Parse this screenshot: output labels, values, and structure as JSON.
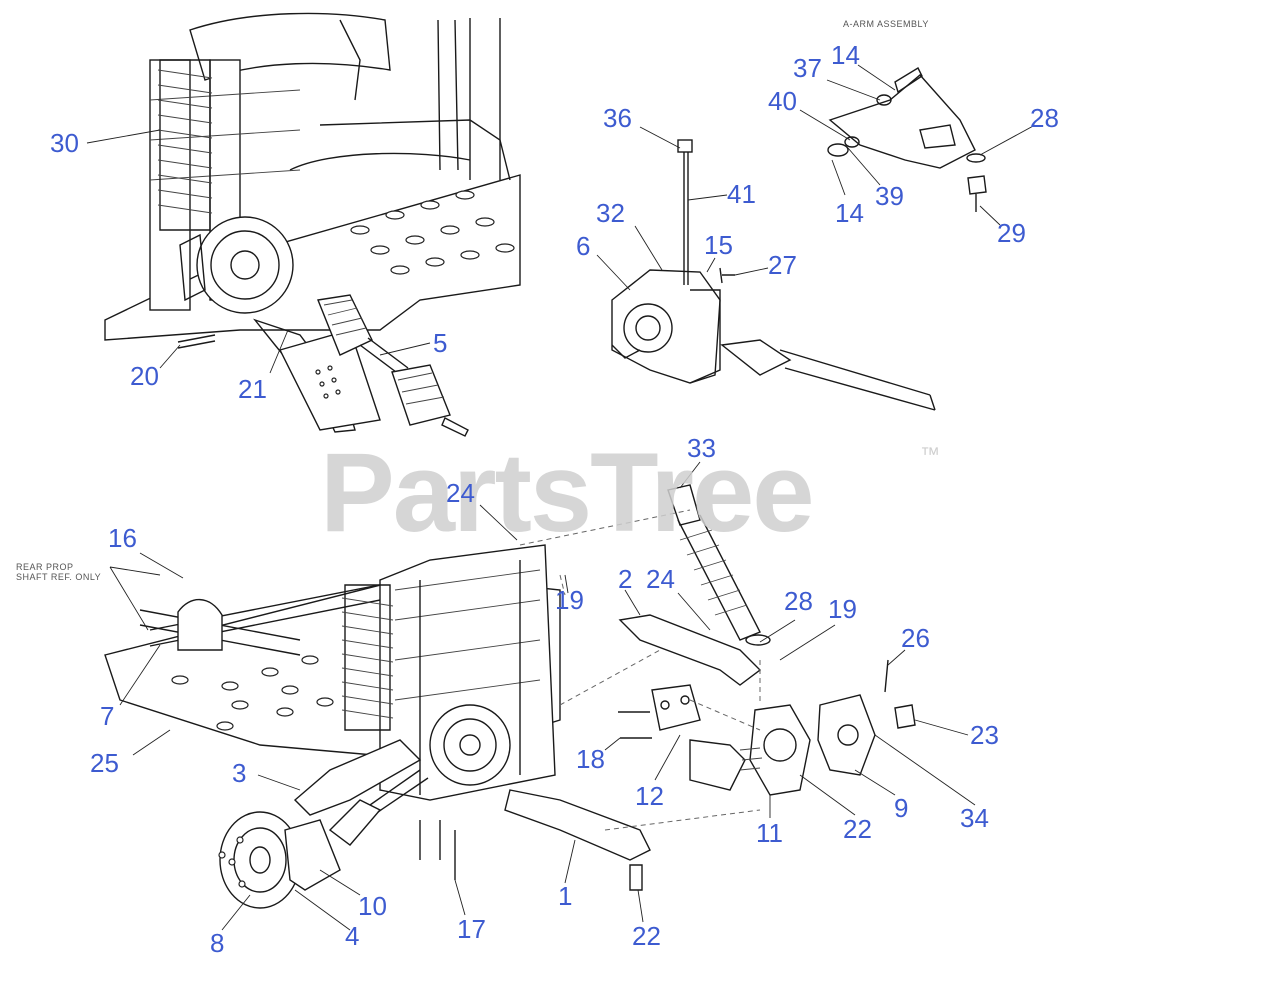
{
  "diagram": {
    "watermark": "PartsTree",
    "trademark": "™",
    "notes": {
      "a_arm_assembly": "A-ARM ASSEMBLY",
      "rear_prop_line1": "REAR PROP",
      "rear_prop_line2": "SHAFT REF. ONLY"
    },
    "callouts": [
      {
        "id": "c30",
        "label": "30"
      },
      {
        "id": "c20",
        "label": "20"
      },
      {
        "id": "c21",
        "label": "21"
      },
      {
        "id": "c5",
        "label": "5"
      },
      {
        "id": "c36",
        "label": "36"
      },
      {
        "id": "c41",
        "label": "41"
      },
      {
        "id": "c32",
        "label": "32"
      },
      {
        "id": "c6",
        "label": "6"
      },
      {
        "id": "c15",
        "label": "15"
      },
      {
        "id": "c27",
        "label": "27"
      },
      {
        "id": "c14a",
        "label": "14"
      },
      {
        "id": "c37",
        "label": "37"
      },
      {
        "id": "c40",
        "label": "40"
      },
      {
        "id": "c28a",
        "label": "28"
      },
      {
        "id": "c39",
        "label": "39"
      },
      {
        "id": "c14b",
        "label": "14"
      },
      {
        "id": "c29",
        "label": "29"
      },
      {
        "id": "c33",
        "label": "33"
      },
      {
        "id": "c24a",
        "label": "24"
      },
      {
        "id": "c16",
        "label": "16"
      },
      {
        "id": "c19a",
        "label": "19"
      },
      {
        "id": "c2",
        "label": "2"
      },
      {
        "id": "c24b",
        "label": "24"
      },
      {
        "id": "c28b",
        "label": "28"
      },
      {
        "id": "c19b",
        "label": "19"
      },
      {
        "id": "c26",
        "label": "26"
      },
      {
        "id": "c7",
        "label": "7"
      },
      {
        "id": "c25",
        "label": "25"
      },
      {
        "id": "c3",
        "label": "3"
      },
      {
        "id": "c18",
        "label": "18"
      },
      {
        "id": "c12",
        "label": "12"
      },
      {
        "id": "c23",
        "label": "23"
      },
      {
        "id": "c9",
        "label": "9"
      },
      {
        "id": "c34",
        "label": "34"
      },
      {
        "id": "c11",
        "label": "11"
      },
      {
        "id": "c22a",
        "label": "22"
      },
      {
        "id": "c10",
        "label": "10"
      },
      {
        "id": "c1",
        "label": "1"
      },
      {
        "id": "c8",
        "label": "8"
      },
      {
        "id": "c4",
        "label": "4"
      },
      {
        "id": "c17",
        "label": "17"
      },
      {
        "id": "c22b",
        "label": "22"
      }
    ]
  }
}
